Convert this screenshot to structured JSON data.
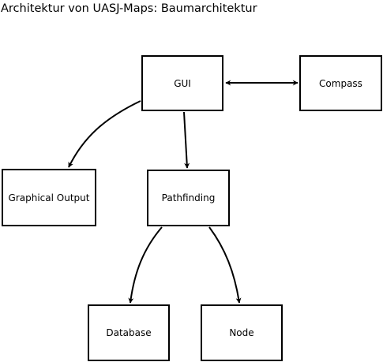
{
  "title": "Architektur von UASJ-Maps: Baumarchitektur",
  "nodes": {
    "gui": "GUI",
    "compass": "Compass",
    "graphical_output": "Graphical Output",
    "pathfinding": "Pathfinding",
    "database": "Database",
    "node": "Node"
  },
  "edges": [
    {
      "from": "GUI",
      "to": "Compass",
      "direction": "both"
    },
    {
      "from": "GUI",
      "to": "Graphical Output",
      "direction": "forward"
    },
    {
      "from": "GUI",
      "to": "Pathfinding",
      "direction": "forward"
    },
    {
      "from": "Pathfinding",
      "to": "Database",
      "direction": "forward"
    },
    {
      "from": "Pathfinding",
      "to": "Node",
      "direction": "forward"
    }
  ]
}
